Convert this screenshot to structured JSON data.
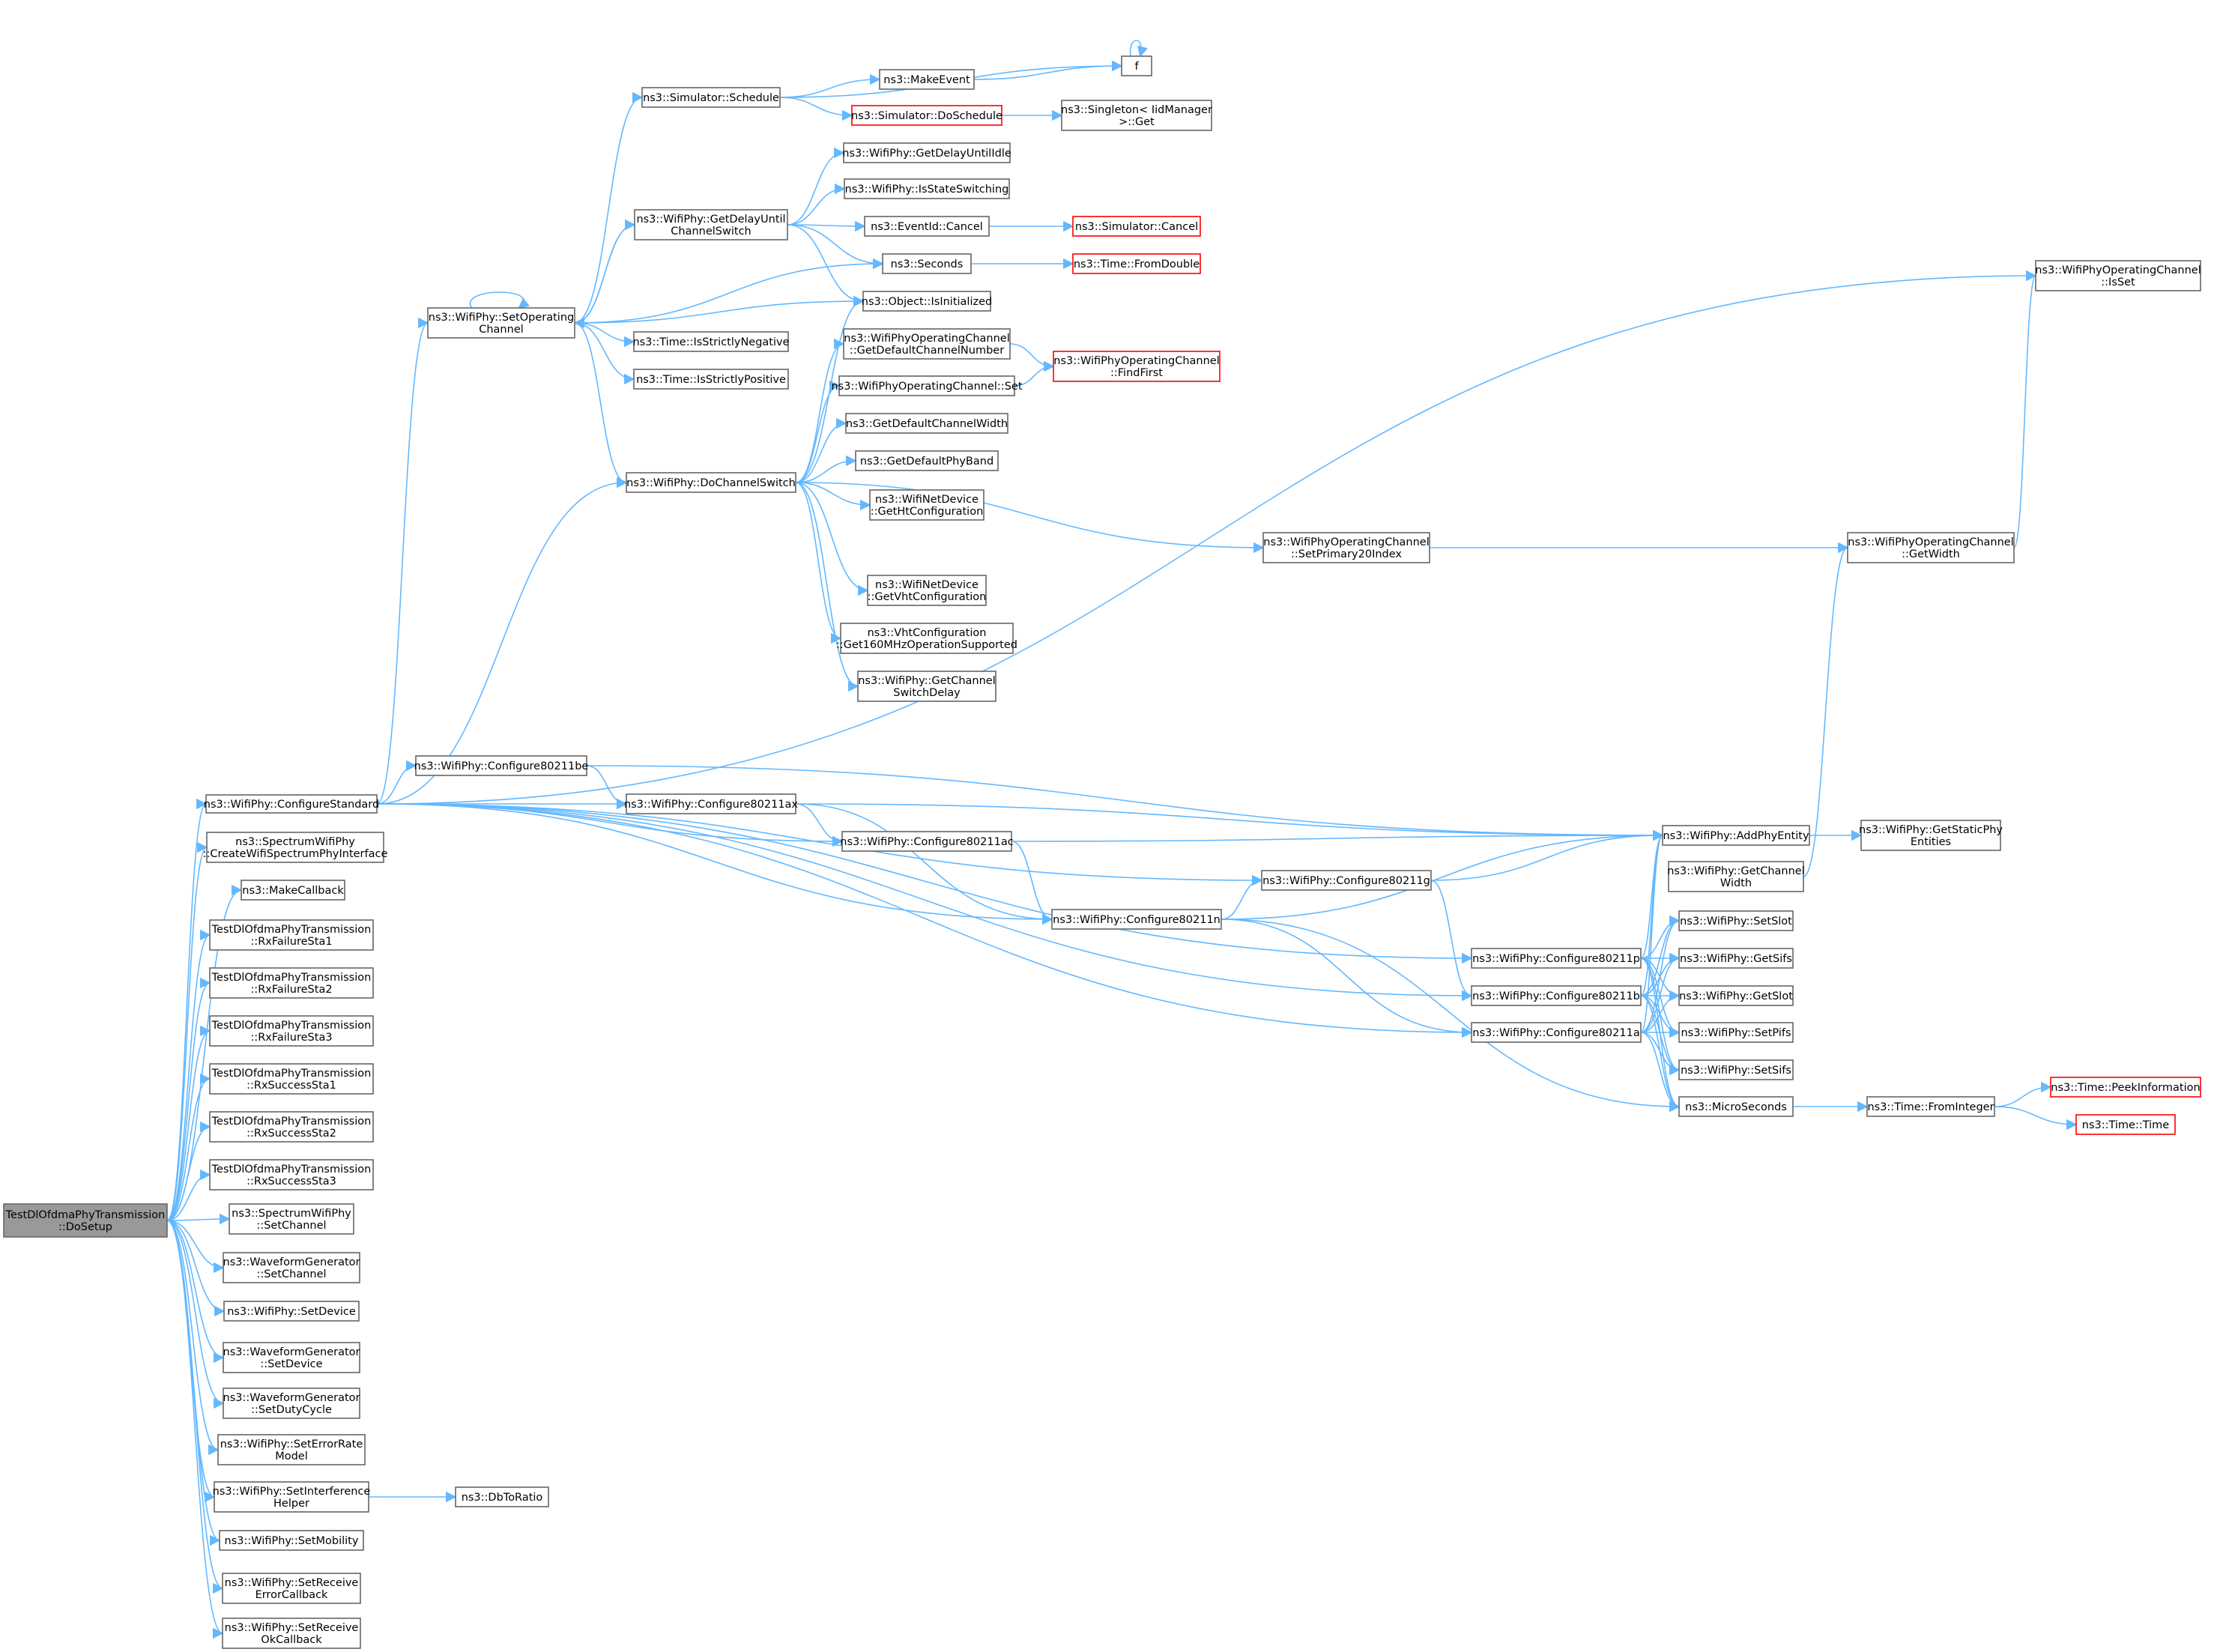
{
  "nodes": [
    {
      "id": "root",
      "lines": [
        "TestDlOfdmaPhyTransmission",
        "::DoSetup"
      ],
      "style": "root"
    },
    {
      "id": "cfgstd",
      "lines": [
        "ns3::WifiPhy::ConfigureStandard"
      ]
    },
    {
      "id": "createspec",
      "lines": [
        "ns3::SpectrumWifiPhy",
        "::CreateWifiSpectrumPhyInterface"
      ]
    },
    {
      "id": "mkcb",
      "lines": [
        "ns3::MakeCallback"
      ]
    },
    {
      "id": "rxf1",
      "lines": [
        "TestDlOfdmaPhyTransmission",
        "::RxFailureSta1"
      ]
    },
    {
      "id": "rxf2",
      "lines": [
        "TestDlOfdmaPhyTransmission",
        "::RxFailureSta2"
      ]
    },
    {
      "id": "rxf3",
      "lines": [
        "TestDlOfdmaPhyTransmission",
        "::RxFailureSta3"
      ]
    },
    {
      "id": "rxs1",
      "lines": [
        "TestDlOfdmaPhyTransmission",
        "::RxSuccessSta1"
      ]
    },
    {
      "id": "rxs2",
      "lines": [
        "TestDlOfdmaPhyTransmission",
        "::RxSuccessSta2"
      ]
    },
    {
      "id": "rxs3",
      "lines": [
        "TestDlOfdmaPhyTransmission",
        "::RxSuccessSta3"
      ]
    },
    {
      "id": "specsetch",
      "lines": [
        "ns3::SpectrumWifiPhy",
        "::SetChannel"
      ]
    },
    {
      "id": "wgsetch",
      "lines": [
        "ns3::WaveformGenerator",
        "::SetChannel"
      ]
    },
    {
      "id": "setdev",
      "lines": [
        "ns3::WifiPhy::SetDevice"
      ]
    },
    {
      "id": "wgsetdev",
      "lines": [
        "ns3::WaveformGenerator",
        "::SetDevice"
      ]
    },
    {
      "id": "wgsetduty",
      "lines": [
        "ns3::WaveformGenerator",
        "::SetDutyCycle"
      ]
    },
    {
      "id": "seterr",
      "lines": [
        "ns3::WifiPhy::SetErrorRate",
        "Model"
      ]
    },
    {
      "id": "setintf",
      "lines": [
        "ns3::WifiPhy::SetInterference",
        "Helper"
      ]
    },
    {
      "id": "setmob",
      "lines": [
        "ns3::WifiPhy::SetMobility"
      ]
    },
    {
      "id": "setrxerr",
      "lines": [
        "ns3::WifiPhy::SetReceive",
        "ErrorCallback"
      ]
    },
    {
      "id": "setrxok",
      "lines": [
        "ns3::WifiPhy::SetReceive",
        "OkCallback"
      ]
    },
    {
      "id": "dbratio",
      "lines": [
        "ns3::DbToRatio"
      ]
    },
    {
      "id": "setopch",
      "lines": [
        "ns3::WifiPhy::SetOperating",
        "Channel"
      ]
    },
    {
      "id": "schedule",
      "lines": [
        "ns3::Simulator::Schedule"
      ]
    },
    {
      "id": "getdelaych",
      "lines": [
        "ns3::WifiPhy::GetDelayUntil",
        "ChannelSwitch"
      ]
    },
    {
      "id": "isneg",
      "lines": [
        "ns3::Time::IsStrictlyNegative"
      ]
    },
    {
      "id": "ispos",
      "lines": [
        "ns3::Time::IsStrictlyPositive"
      ]
    },
    {
      "id": "dochsw",
      "lines": [
        "ns3::WifiPhy::DoChannelSwitch"
      ]
    },
    {
      "id": "f",
      "lines": [
        "f"
      ]
    },
    {
      "id": "mkevent",
      "lines": [
        "ns3::MakeEvent"
      ]
    },
    {
      "id": "dosched",
      "lines": [
        "ns3::Simulator::DoSchedule"
      ],
      "style": "red"
    },
    {
      "id": "singleton",
      "lines": [
        "ns3::Singleton< IidManager",
        ">::Get"
      ]
    },
    {
      "id": "getdelayidle",
      "lines": [
        "ns3::WifiPhy::GetDelayUntilIdle"
      ]
    },
    {
      "id": "isstatesw",
      "lines": [
        "ns3::WifiPhy::IsStateSwitching"
      ]
    },
    {
      "id": "evcancel",
      "lines": [
        "ns3::EventId::Cancel"
      ]
    },
    {
      "id": "simcancel",
      "lines": [
        "ns3::Simulator::Cancel"
      ],
      "style": "red"
    },
    {
      "id": "seconds",
      "lines": [
        "ns3::Seconds"
      ]
    },
    {
      "id": "fromdouble",
      "lines": [
        "ns3::Time::FromDouble"
      ],
      "style": "red"
    },
    {
      "id": "isinit",
      "lines": [
        "ns3::Object::IsInitialized"
      ]
    },
    {
      "id": "getdefchnum",
      "lines": [
        "ns3::WifiPhyOperatingChannel",
        "::GetDefaultChannelNumber"
      ]
    },
    {
      "id": "findfirst",
      "lines": [
        "ns3::WifiPhyOperatingChannel",
        "::FindFirst"
      ],
      "style": "red"
    },
    {
      "id": "opchset",
      "lines": [
        "ns3::WifiPhyOperatingChannel::Set"
      ]
    },
    {
      "id": "getdefchw",
      "lines": [
        "ns3::GetDefaultChannelWidth"
      ]
    },
    {
      "id": "getdefband",
      "lines": [
        "ns3::GetDefaultPhyBand"
      ]
    },
    {
      "id": "getht",
      "lines": [
        "ns3::WifiNetDevice",
        "::GetHtConfiguration"
      ]
    },
    {
      "id": "setprim20",
      "lines": [
        "ns3::WifiPhyOperatingChannel",
        "::SetPrimary20Index"
      ]
    },
    {
      "id": "getvht",
      "lines": [
        "ns3::WifiNetDevice",
        "::GetVhtConfiguration"
      ]
    },
    {
      "id": "get160",
      "lines": [
        "ns3::VhtConfiguration",
        "::Get160MHzOperationSupported"
      ]
    },
    {
      "id": "getchswdelay",
      "lines": [
        "ns3::WifiPhy::GetChannel",
        "SwitchDelay"
      ]
    },
    {
      "id": "isset",
      "lines": [
        "ns3::WifiPhyOperatingChannel",
        "::IsSet"
      ]
    },
    {
      "id": "getwidth",
      "lines": [
        "ns3::WifiPhyOperatingChannel",
        "::GetWidth"
      ]
    },
    {
      "id": "cfgbe",
      "lines": [
        "ns3::WifiPhy::Configure80211be"
      ]
    },
    {
      "id": "cfgax",
      "lines": [
        "ns3::WifiPhy::Configure80211ax"
      ]
    },
    {
      "id": "cfgac",
      "lines": [
        "ns3::WifiPhy::Configure80211ac"
      ]
    },
    {
      "id": "cfgn",
      "lines": [
        "ns3::WifiPhy::Configure80211n"
      ]
    },
    {
      "id": "cfgg",
      "lines": [
        "ns3::WifiPhy::Configure80211g"
      ]
    },
    {
      "id": "cfgp",
      "lines": [
        "ns3::WifiPhy::Configure80211p"
      ]
    },
    {
      "id": "cfgb",
      "lines": [
        "ns3::WifiPhy::Configure80211b"
      ]
    },
    {
      "id": "cfga",
      "lines": [
        "ns3::WifiPhy::Configure80211a"
      ]
    },
    {
      "id": "addphy",
      "lines": [
        "ns3::WifiPhy::AddPhyEntity"
      ]
    },
    {
      "id": "getstatic",
      "lines": [
        "ns3::WifiPhy::GetStaticPhy",
        "Entities"
      ]
    },
    {
      "id": "getchwidth",
      "lines": [
        "ns3::WifiPhy::GetChannel",
        "Width"
      ]
    },
    {
      "id": "setslot",
      "lines": [
        "ns3::WifiPhy::SetSlot"
      ]
    },
    {
      "id": "getsifs",
      "lines": [
        "ns3::WifiPhy::GetSifs"
      ]
    },
    {
      "id": "getslot",
      "lines": [
        "ns3::WifiPhy::GetSlot"
      ]
    },
    {
      "id": "setpifs",
      "lines": [
        "ns3::WifiPhy::SetPifs"
      ]
    },
    {
      "id": "setsifs",
      "lines": [
        "ns3::WifiPhy::SetSifs"
      ]
    },
    {
      "id": "micro",
      "lines": [
        "ns3::MicroSeconds"
      ]
    },
    {
      "id": "fromint",
      "lines": [
        "ns3::Time::FromInteger"
      ]
    },
    {
      "id": "peekinfo",
      "lines": [
        "ns3::Time::PeekInformation"
      ],
      "style": "red"
    },
    {
      "id": "timetime",
      "lines": [
        "ns3::Time::Time"
      ],
      "style": "red"
    }
  ],
  "edges": [
    [
      "root",
      "cfgstd"
    ],
    [
      "root",
      "createspec"
    ],
    [
      "root",
      "mkcb"
    ],
    [
      "root",
      "rxf1"
    ],
    [
      "root",
      "rxf2"
    ],
    [
      "root",
      "rxf3"
    ],
    [
      "root",
      "rxs1"
    ],
    [
      "root",
      "rxs2"
    ],
    [
      "root",
      "rxs3"
    ],
    [
      "root",
      "specsetch"
    ],
    [
      "root",
      "wgsetch"
    ],
    [
      "root",
      "setdev"
    ],
    [
      "root",
      "wgsetdev"
    ],
    [
      "root",
      "wgsetduty"
    ],
    [
      "root",
      "seterr"
    ],
    [
      "root",
      "setintf"
    ],
    [
      "root",
      "setmob"
    ],
    [
      "root",
      "setrxerr"
    ],
    [
      "root",
      "setrxok"
    ],
    [
      "setintf",
      "dbratio"
    ],
    [
      "cfgstd",
      "setopch"
    ],
    [
      "cfgstd",
      "dochsw"
    ],
    [
      "cfgstd",
      "isset"
    ],
    [
      "cfgstd",
      "cfgbe"
    ],
    [
      "cfgstd",
      "cfgax"
    ],
    [
      "cfgstd",
      "cfgac"
    ],
    [
      "cfgstd",
      "cfgn"
    ],
    [
      "cfgstd",
      "cfgg"
    ],
    [
      "cfgstd",
      "cfgp"
    ],
    [
      "cfgstd",
      "cfgb"
    ],
    [
      "cfgstd",
      "cfga"
    ],
    [
      "setopch",
      "setopch"
    ],
    [
      "setopch",
      "schedule"
    ],
    [
      "setopch",
      "getdelaych"
    ],
    [
      "setopch",
      "seconds"
    ],
    [
      "setopch",
      "isinit"
    ],
    [
      "setopch",
      "isneg"
    ],
    [
      "setopch",
      "ispos"
    ],
    [
      "setopch",
      "dochsw"
    ],
    [
      "schedule",
      "f"
    ],
    [
      "schedule",
      "mkevent"
    ],
    [
      "schedule",
      "dosched"
    ],
    [
      "mkevent",
      "f"
    ],
    [
      "f",
      "f"
    ],
    [
      "dosched",
      "singleton"
    ],
    [
      "getdelaych",
      "setopch"
    ],
    [
      "getdelaych",
      "getdelayidle"
    ],
    [
      "getdelaych",
      "isstatesw"
    ],
    [
      "getdelaych",
      "evcancel"
    ],
    [
      "getdelaych",
      "seconds"
    ],
    [
      "getdelaych",
      "isinit"
    ],
    [
      "evcancel",
      "simcancel"
    ],
    [
      "seconds",
      "fromdouble"
    ],
    [
      "dochsw",
      "isinit"
    ],
    [
      "dochsw",
      "getdefchnum"
    ],
    [
      "dochsw",
      "opchset"
    ],
    [
      "dochsw",
      "getdefchw"
    ],
    [
      "dochsw",
      "getdefband"
    ],
    [
      "dochsw",
      "getht"
    ],
    [
      "dochsw",
      "setprim20"
    ],
    [
      "dochsw",
      "getvht"
    ],
    [
      "dochsw",
      "get160"
    ],
    [
      "dochsw",
      "getchswdelay"
    ],
    [
      "getdefchnum",
      "findfirst"
    ],
    [
      "opchset",
      "findfirst"
    ],
    [
      "setprim20",
      "getwidth"
    ],
    [
      "getwidth",
      "isset"
    ],
    [
      "cfgbe",
      "cfgax"
    ],
    [
      "cfgbe",
      "addphy"
    ],
    [
      "cfgax",
      "cfgac"
    ],
    [
      "cfgax",
      "cfgn"
    ],
    [
      "cfgax",
      "addphy"
    ],
    [
      "cfgac",
      "cfgn"
    ],
    [
      "cfgac",
      "addphy"
    ],
    [
      "cfgn",
      "cfgg"
    ],
    [
      "cfgn",
      "cfga"
    ],
    [
      "cfgn",
      "addphy"
    ],
    [
      "cfgn",
      "micro"
    ],
    [
      "cfgg",
      "cfgb"
    ],
    [
      "cfgg",
      "addphy"
    ],
    [
      "cfgp",
      "addphy"
    ],
    [
      "cfgp",
      "setslot"
    ],
    [
      "cfgp",
      "getsifs"
    ],
    [
      "cfgp",
      "getslot"
    ],
    [
      "cfgp",
      "setpifs"
    ],
    [
      "cfgp",
      "setsifs"
    ],
    [
      "cfgp",
      "micro"
    ],
    [
      "cfgb",
      "addphy"
    ],
    [
      "cfgb",
      "setslot"
    ],
    [
      "cfgb",
      "getsifs"
    ],
    [
      "cfgb",
      "getslot"
    ],
    [
      "cfgb",
      "setpifs"
    ],
    [
      "cfgb",
      "setsifs"
    ],
    [
      "cfgb",
      "micro"
    ],
    [
      "cfga",
      "addphy"
    ],
    [
      "cfga",
      "setslot"
    ],
    [
      "cfga",
      "getsifs"
    ],
    [
      "cfga",
      "getslot"
    ],
    [
      "cfga",
      "setpifs"
    ],
    [
      "cfga",
      "setsifs"
    ],
    [
      "cfga",
      "micro"
    ],
    [
      "addphy",
      "getstatic"
    ],
    [
      "getchwidth",
      "getwidth"
    ],
    [
      "micro",
      "fromint"
    ],
    [
      "fromint",
      "peekinfo"
    ],
    [
      "fromint",
      "timetime"
    ]
  ],
  "colors": {
    "edge": "#63b8ff",
    "node_border": "#666666",
    "highlight_border": "#ff0000",
    "root_fill": "#999999"
  }
}
